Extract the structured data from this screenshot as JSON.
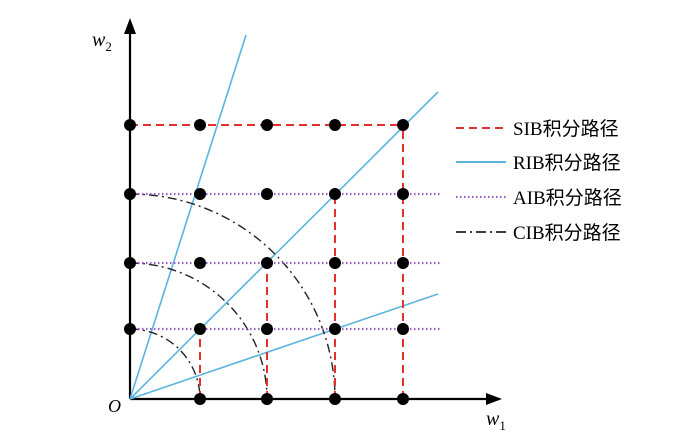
{
  "axes": {
    "x_label": "w",
    "x_label_sub": "1",
    "y_label": "w",
    "y_label_sub": "2",
    "origin_label": "O"
  },
  "grid": {
    "columns": 4,
    "rows": 4
  },
  "legend": {
    "items": [
      {
        "key": "sib",
        "label": "SIB积分路径",
        "color": "#e0312b",
        "style": "dashed"
      },
      {
        "key": "rib",
        "label": "RIB积分路径",
        "color": "#5ab4df",
        "style": "solid"
      },
      {
        "key": "aib",
        "label": "AIB积分路径",
        "color": "#9a5cc6",
        "style": "dotted"
      },
      {
        "key": "cib",
        "label": "CIB积分路径",
        "color": "#222222",
        "style": "dash-dot"
      }
    ]
  },
  "colors": {
    "axis": "#000000",
    "node": "#000000"
  }
}
